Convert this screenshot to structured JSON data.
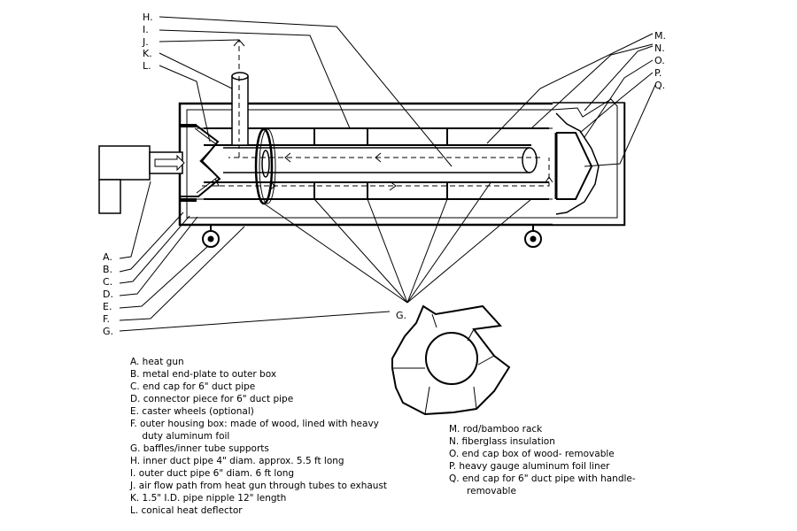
{
  "callouts_left": [
    "H.",
    "I.",
    "J.",
    "K.",
    "L.",
    "A.",
    "B.",
    "C.",
    "D.",
    "E.",
    "F.",
    "G."
  ],
  "callouts_right": [
    "M.",
    "N.",
    "O.",
    "P.",
    "Q."
  ],
  "baffle_callout": "G.",
  "legend_left": [
    "A. heat gun",
    "B. metal end-plate to outer box",
    "C. end cap for 6\" duct pipe",
    "D. connector piece for 6\" duct pipe",
    "E. caster wheels (optional)",
    "F. outer housing box: made of wood, lined with heavy",
    "    duty aluminum foil",
    "G. baffles/inner tube supports",
    "H. inner duct pipe 4\" diam. approx. 5.5 ft long",
    "I. outer duct pipe 6\" diam. 6 ft long",
    "J. air flow path from heat gun through tubes to exhaust",
    "K. 1.5\" I.D. pipe nipple 12\" length",
    "L. conical heat deflector"
  ],
  "legend_right": [
    "M. rod/bamboo rack",
    "N. fiberglass insulation",
    "O. end cap box of wood- removable",
    "P. heavy gauge aluminum foil liner",
    "Q. end cap for 6\" duct pipe with handle-",
    "      removable"
  ],
  "colors": {
    "ink": "#000000",
    "paper": "#ffffff",
    "shade": "#888888"
  }
}
